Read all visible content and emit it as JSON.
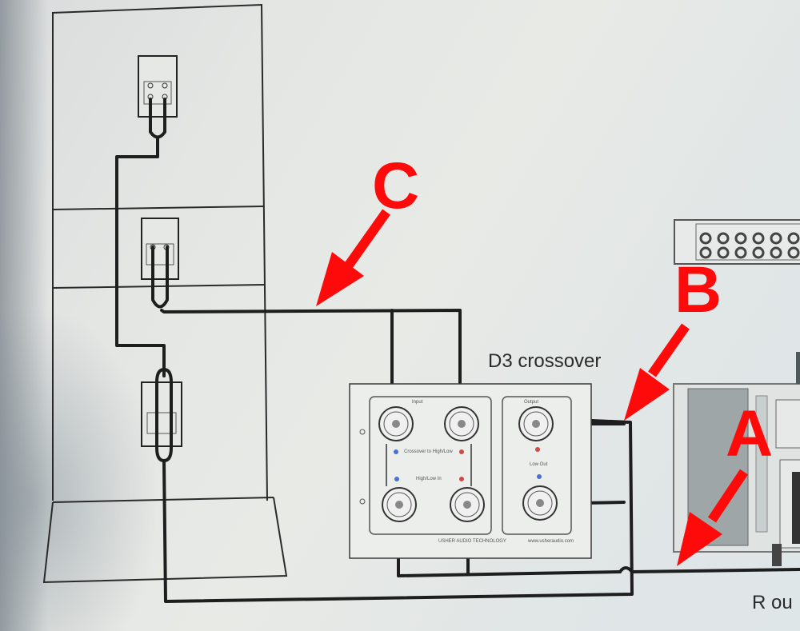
{
  "diagram": {
    "title": "Wiring diagram: speaker cabinet to D3 crossover and amplifier",
    "crossover_label": "D3 crossover",
    "amp_output_label": "R ou",
    "annotations": [
      {
        "letter": "C",
        "color": "#ff0a0a",
        "points_to": "input wire from cabinet to crossover"
      },
      {
        "letter": "B",
        "color": "#ff0a0a",
        "points_to": "output wire from crossover"
      },
      {
        "letter": "A",
        "color": "#ff0a0a",
        "points_to": "wire to amplifier R output"
      }
    ],
    "crossover_panel": {
      "input_label": "Input",
      "output_label": "Output",
      "input_mid_label": "Crossover to High/Low",
      "input_low_label": "High/Low In",
      "output_mid_label": "Low Out",
      "footer_brand": "USHER AUDIO TECHNOLOGY",
      "footer_url": "www.usheraudio.com"
    },
    "speaker_cabinet": {
      "drivers": [
        "top-driver",
        "middle-driver",
        "bottom-driver"
      ]
    },
    "colors": {
      "wire": "#1e1e1e",
      "annotation": "#ff0a0a",
      "led_blue": "#4a6fd0",
      "led_red": "#d04848"
    }
  }
}
